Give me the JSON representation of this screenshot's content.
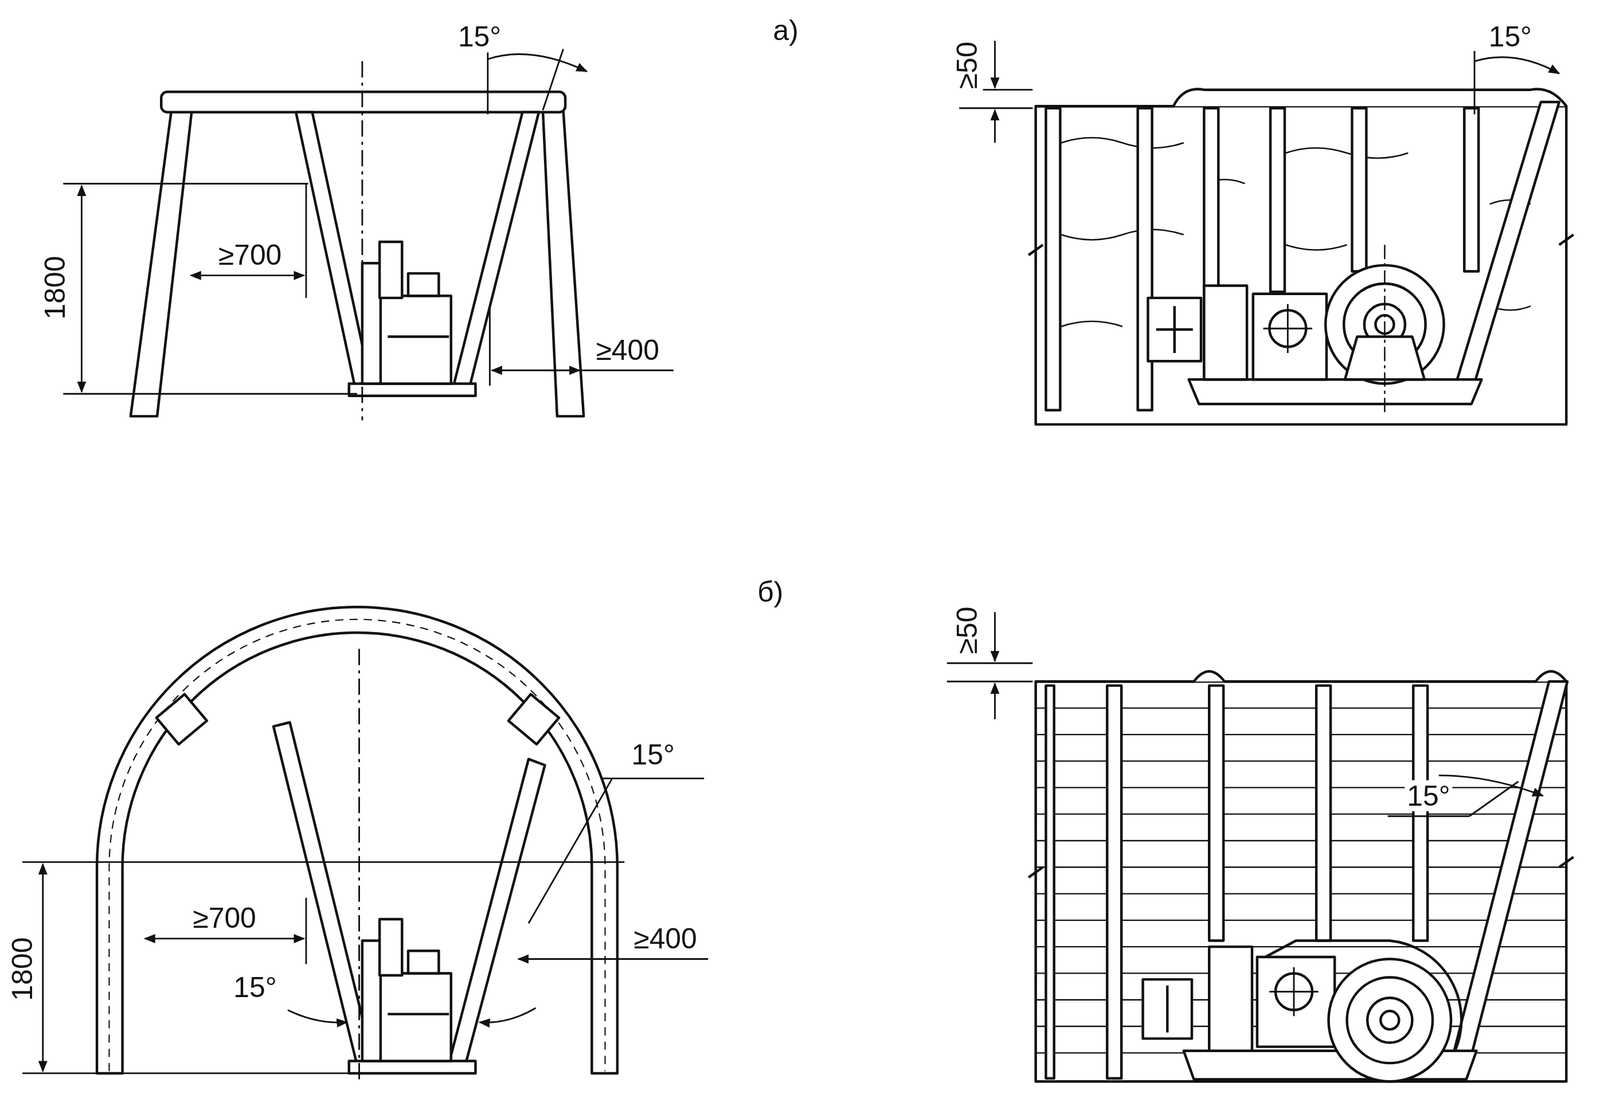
{
  "diagram": {
    "labels": [
      "15°",
      "1800",
      "≥700",
      "≥400",
      "а)",
      "≥50",
      "15°",
      "б)",
      "≥50",
      "15°",
      "≥700",
      "≥400",
      "15°",
      "15°",
      "1800"
    ]
  }
}
